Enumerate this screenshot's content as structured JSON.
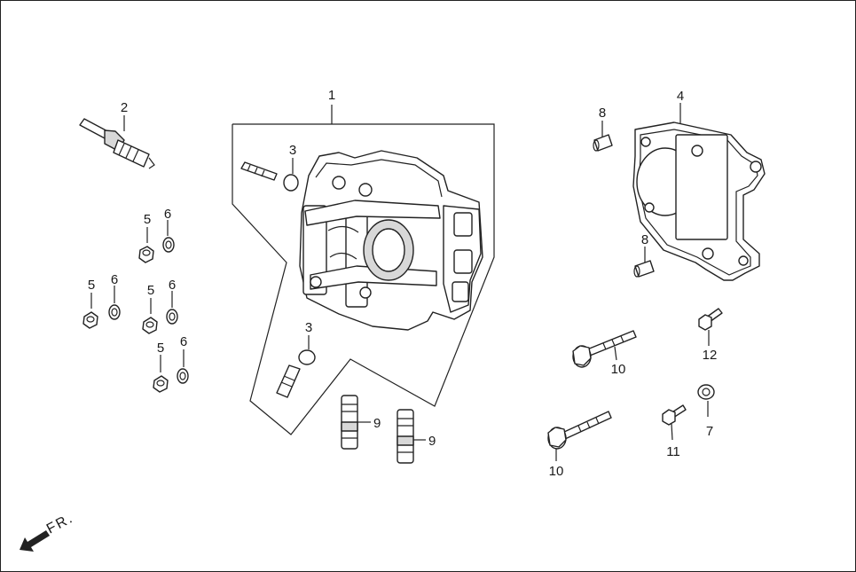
{
  "callouts": {
    "head": "1",
    "spark_plug": "2",
    "oring_top": "3",
    "oring_bottom": "3",
    "gasket": "4",
    "nut_a": "5",
    "nut_b": "5",
    "nut_c": "5",
    "nut_d": "5",
    "washer_a": "6",
    "washer_b": "6",
    "washer_c": "6",
    "washer_d": "6",
    "washer_7": "7",
    "dowel_top": "8",
    "dowel_bottom": "8",
    "stud_a": "9",
    "stud_b": "9",
    "bolt_10_top": "10",
    "bolt_10_bottom": "10",
    "bolt_11": "11",
    "bolt_12": "12"
  },
  "direction_label": "FR."
}
